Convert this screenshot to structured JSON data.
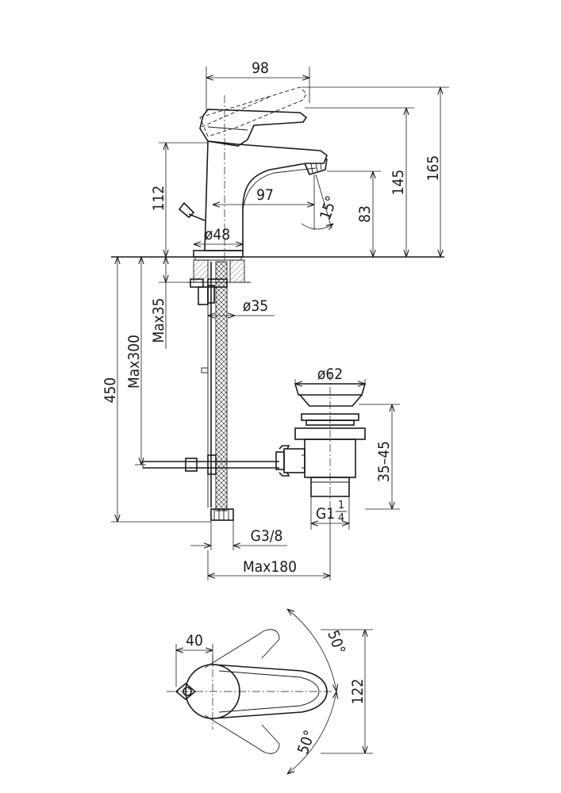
{
  "dimensions": {
    "spout_reach_top": "98",
    "total_height": "165",
    "spout_height": "145",
    "body_height": "112",
    "spout_outlet_height": "83",
    "spout_reach": "97",
    "spout_angle": "15°",
    "base_diameter": "ø48",
    "mounting_hole": "ø35",
    "max_counter_thickness": "Max35",
    "max_stud_length": "Max300",
    "hose_length": "450",
    "waste_diameter": "ø62",
    "waste_adjust_range": "35–45",
    "waste_thread_main": "G1",
    "waste_thread_num": "1",
    "waste_thread_den": "4",
    "hose_thread": "G3/8",
    "max_projection": "Max180",
    "lever_offset": "40",
    "lever_angle_top": "50°",
    "lever_angle_bottom": "50°",
    "top_view_width": "122"
  }
}
